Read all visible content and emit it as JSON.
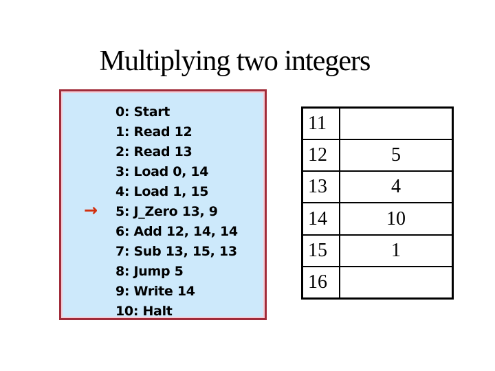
{
  "slide": {
    "title": "Multiplying two integers",
    "program": {
      "pointer_icon": "arrow-right-icon",
      "pointer_glyph": "→",
      "current_line_index": 5,
      "lines": [
        "0: Start",
        "1: Read 12",
        "2: Read 13",
        "3: Load 0, 14",
        "4: Load 1, 15",
        "5: J_Zero 13, 9",
        "6: Add 12, 14, 14",
        "7: Sub 13, 15, 13",
        "8: Jump 5",
        "9: Write 14",
        "10: Halt"
      ]
    },
    "memory_table": {
      "rows": [
        {
          "address": "11",
          "value": ""
        },
        {
          "address": "12",
          "value": "5"
        },
        {
          "address": "13",
          "value": "4"
        },
        {
          "address": "14",
          "value": "10"
        },
        {
          "address": "15",
          "value": "1"
        },
        {
          "address": "16",
          "value": ""
        }
      ]
    },
    "colors": {
      "program_box_fill": "#cde9fb",
      "program_box_border": "#a02c3a",
      "pointer_arrow": "#d2300e",
      "table_border": "#000000"
    }
  }
}
